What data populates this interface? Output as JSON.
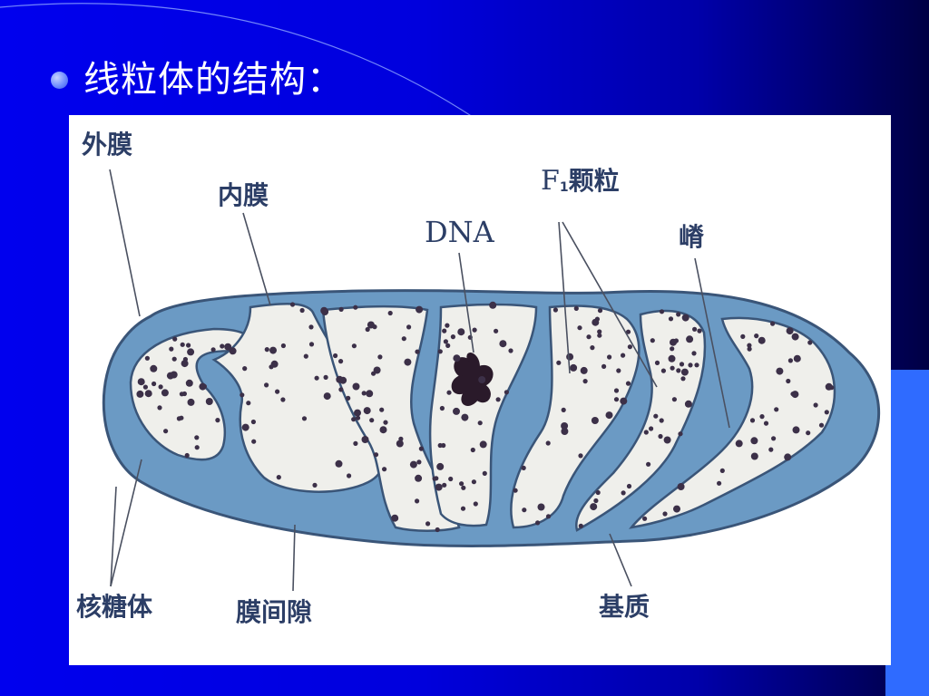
{
  "slide": {
    "title": "线粒体的结构："
  },
  "diagram": {
    "labels": {
      "outer_membrane": "外膜",
      "inner_membrane": "内膜",
      "dna": "DNA",
      "f1_letter": "F",
      "f1_sub": "1",
      "f1_rest": "颗粒",
      "cristae": "嵴",
      "ribosome": "核糖体",
      "intermembrane_space": "膜间隙",
      "matrix": "基质"
    },
    "colors": {
      "membrane": "#6b9ac4",
      "matrix": "#efefeb",
      "outline": "#3a5578",
      "dots": "#3c3048",
      "label": "#2c3e66",
      "dna": "#2a1a2a"
    }
  }
}
